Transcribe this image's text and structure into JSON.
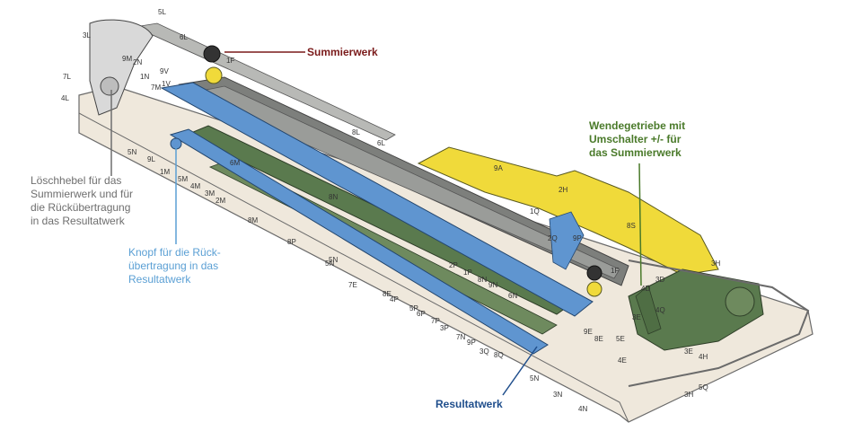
{
  "callouts": {
    "summierwerk": {
      "text": "Summierwerk",
      "color": "#7a1a1a"
    },
    "wendegetriebe": {
      "text": "Wendegetriebe mit\nUmschalter +/- für\ndas Summierwerk",
      "color": "#4a7a2a"
    },
    "loeschhebel": {
      "text": "Löschhebel für das\nSummierwerk und für\ndie Rückübertragung\nin das Resultatwerk",
      "color": "#6e6e6e"
    },
    "knopf": {
      "text": "Knopf für die Rück-\nübertragung in das\nResultatwerk",
      "color": "#5a9fd4"
    },
    "resultatwerk": {
      "text": "Resultatwerk",
      "color": "#1f4e8c"
    }
  },
  "colors": {
    "base": "#efe8dc",
    "carriage_grey": "#7d7f7c",
    "green": "#5a7a4e",
    "blue": "#5f95d0",
    "yellow": "#f0da3a"
  },
  "part_labels": [
    "5L",
    "3L",
    "6L",
    "2N",
    "9M",
    "1F",
    "9V",
    "1N",
    "7L",
    "4L",
    "7M",
    "1V",
    "8L",
    "6L",
    "5N",
    "9L",
    "6M",
    "1M",
    "4M",
    "5M",
    "3M",
    "2M",
    "8M",
    "8P",
    "5N",
    "8N",
    "9A",
    "2H",
    "1Q",
    "9P",
    "8S",
    "3H",
    "5N",
    "7E",
    "8E",
    "4P",
    "5P",
    "6P",
    "7P",
    "3P",
    "7N",
    "9P",
    "3Q",
    "8Q",
    "2P",
    "1P",
    "8N",
    "9N",
    "6N",
    "9E",
    "8E",
    "1F",
    "3E",
    "4Q",
    "4D",
    "3D",
    "5E",
    "4E",
    "3E",
    "4H",
    "3H",
    "5Q",
    "3N",
    "5N",
    "4N",
    "2Q"
  ]
}
